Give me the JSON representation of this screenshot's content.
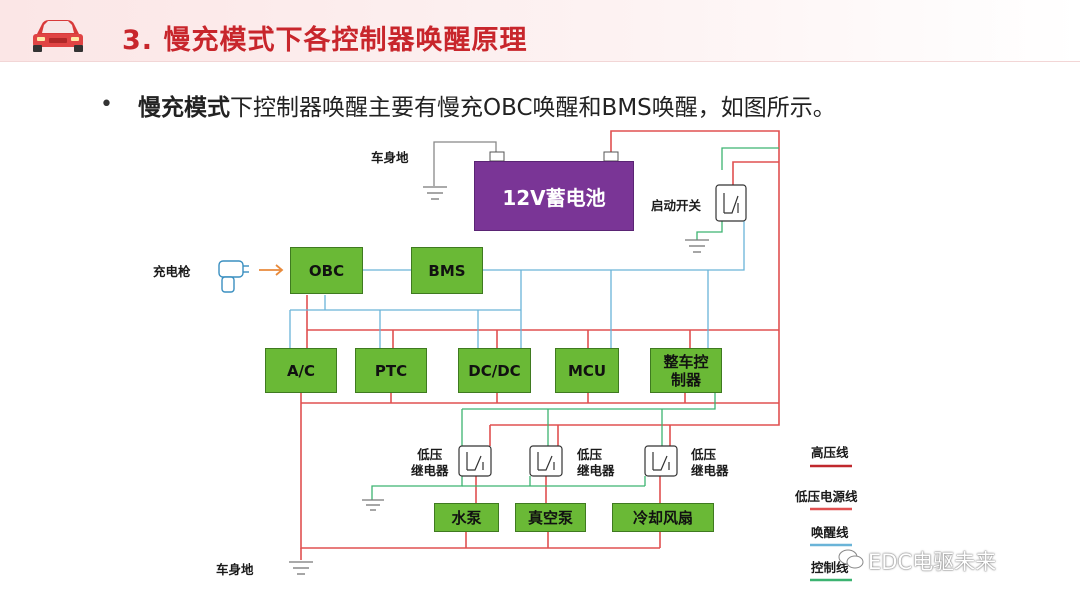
{
  "title": "3. 慢充模式下各控制器唤醒原理",
  "intro": {
    "bullet": "•",
    "bold": "慢充模式",
    "rest": "下控制器唤醒主要有慢充OBC唤醒和BMS唤醒，如图所示。"
  },
  "diagram": {
    "battery": "12V蓄电池",
    "body_ground_top": "车身地",
    "body_ground_bottom": "车身地",
    "start_switch": "启动开关",
    "charge_gun": "充电枪",
    "obc": "OBC",
    "bms": "BMS",
    "controllers": [
      "A/C",
      "PTC",
      "DC/DC",
      "MCU",
      "整车控制器"
    ],
    "vcu_line1": "整车控",
    "vcu_line2": "制器",
    "relays": [
      {
        "line1": "低压",
        "line2": "继电器"
      },
      {
        "line1": "低压",
        "line2": "继电器"
      },
      {
        "line1": "低压",
        "line2": "继电器"
      }
    ],
    "loads": [
      "水泵",
      "真空泵",
      "冷却风扇"
    ]
  },
  "legend": {
    "items": [
      {
        "label": "高压线",
        "color": "#c0282d"
      },
      {
        "label": "低压电源线",
        "color": "#e05050"
      },
      {
        "label": "唤醒线",
        "color": "#6ab4d8"
      },
      {
        "label": "控制线",
        "color": "#3cb371"
      }
    ]
  },
  "watermark": "EDC电驱未来",
  "colors": {
    "title_red": "#c8262c",
    "box_green": "#6ab936",
    "battery_purple": "#7a3596",
    "power_red": "#e05050",
    "hv_red": "#c0282d",
    "wake_blue": "#6ab4d8",
    "control_green": "#3cb371"
  }
}
